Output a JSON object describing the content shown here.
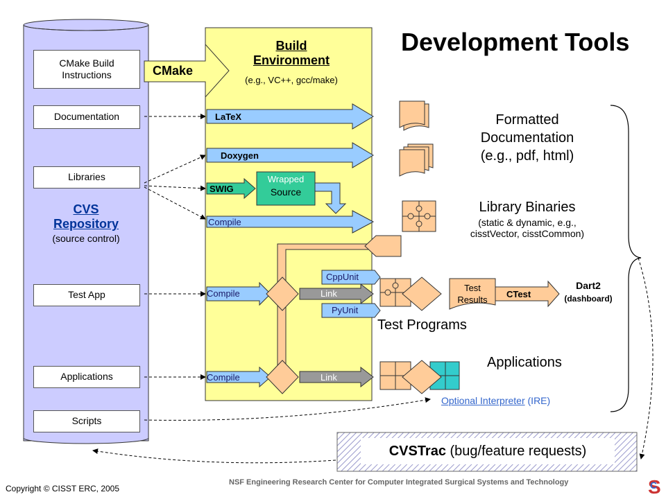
{
  "title": "Development Tools",
  "repository": {
    "items": [
      "CMake Build Instructions",
      "Documentation",
      "Libraries",
      "Test App",
      "Applications",
      "Scripts"
    ],
    "name_line1": "CVS",
    "name_line2": "Repository",
    "subtitle": "(source control)"
  },
  "build_env": {
    "title_line1": "Build",
    "title_line2": "Environment",
    "subtitle": "(e.g., VC++, gcc/make)"
  },
  "tools": {
    "cmake": "CMake",
    "latex": "LaTeX",
    "doxygen": "Doxygen",
    "swig": "SWIG",
    "wrapped_source_line1": "Wrapped",
    "wrapped_source_line2": "Source",
    "compile": "Compile",
    "link": "Link",
    "cppunit": "CppUnit",
    "pyunit": "PyUnit",
    "test_results_line1": "Test",
    "test_results_line2": "Results",
    "ctest": "CTest",
    "dart2": "Dart2",
    "dashboard": "(dashboard)"
  },
  "outputs": {
    "formatted_doc_line1": "Formatted",
    "formatted_doc_line2": "Documentation",
    "formatted_doc_line3": "(e.g., pdf, html)",
    "library_binaries": "Library Binaries",
    "library_binaries_sub1": "(static & dynamic, e.g.,",
    "library_binaries_sub2": "cisstVector, cisstCommon)",
    "test_programs": "Test Programs",
    "applications": "Applications",
    "optional_interpreter": "Optional Interpreter",
    "ire": " (IRE)"
  },
  "cvstrac": {
    "name": "CVSTrac",
    "desc": " (bug/feature requests)"
  },
  "footer": {
    "copyright": "Copyright © CISST ERC, 2005",
    "center": "NSF Engineering Research Center for Computer Integrated Surgical Systems and Technology"
  },
  "colors": {
    "repository_fill": "#ccccff",
    "build_env_fill": "#ffff99",
    "arrow_fill": "#99ccff",
    "swig_green": "#33cc99",
    "doc_fill": "#ffcc99",
    "puzzle_orange": "#ffcc99",
    "puzzle_teal": "#33cccc",
    "pipe_fill": "#ffcc99",
    "link_gray": "#999999",
    "link_blue": "#3366cc"
  }
}
